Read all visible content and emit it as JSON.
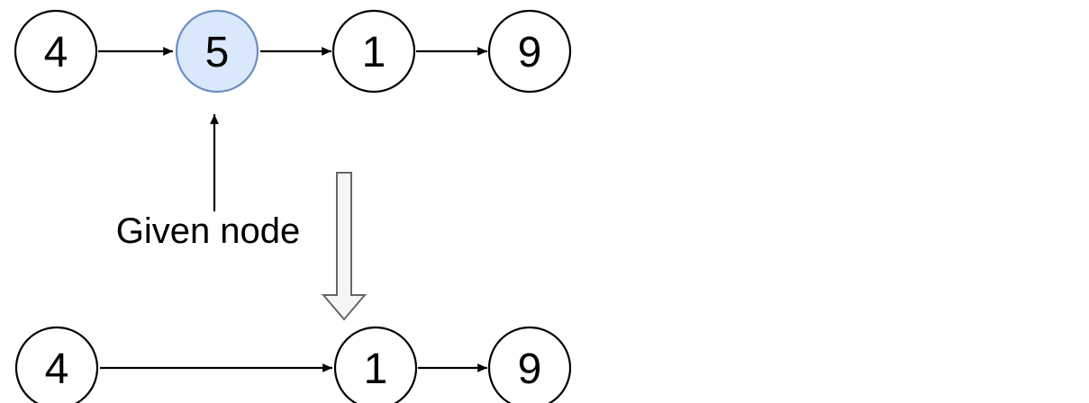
{
  "diagram": {
    "before_list": {
      "nodes": [
        {
          "value": "4",
          "state": "normal"
        },
        {
          "value": "5",
          "state": "highlighted"
        },
        {
          "value": "1",
          "state": "normal"
        },
        {
          "value": "9",
          "state": "normal"
        }
      ]
    },
    "annotation": {
      "label": "Given node"
    },
    "after_list": {
      "nodes": [
        {
          "value": "4",
          "state": "normal"
        },
        {
          "value": "1",
          "state": "normal"
        },
        {
          "value": "9",
          "state": "normal"
        }
      ]
    },
    "colors": {
      "background": "#ffffff",
      "node_fill": "#ffffff",
      "node_stroke": "#000000",
      "highlighted_node_fill": "#dae8fc",
      "highlighted_node_stroke": "#6c8ebf",
      "edge_stroke": "#000000",
      "transform_arrow_fill": "#f5f5f5",
      "transform_arrow_stroke": "#666666",
      "text": "#000000"
    }
  }
}
